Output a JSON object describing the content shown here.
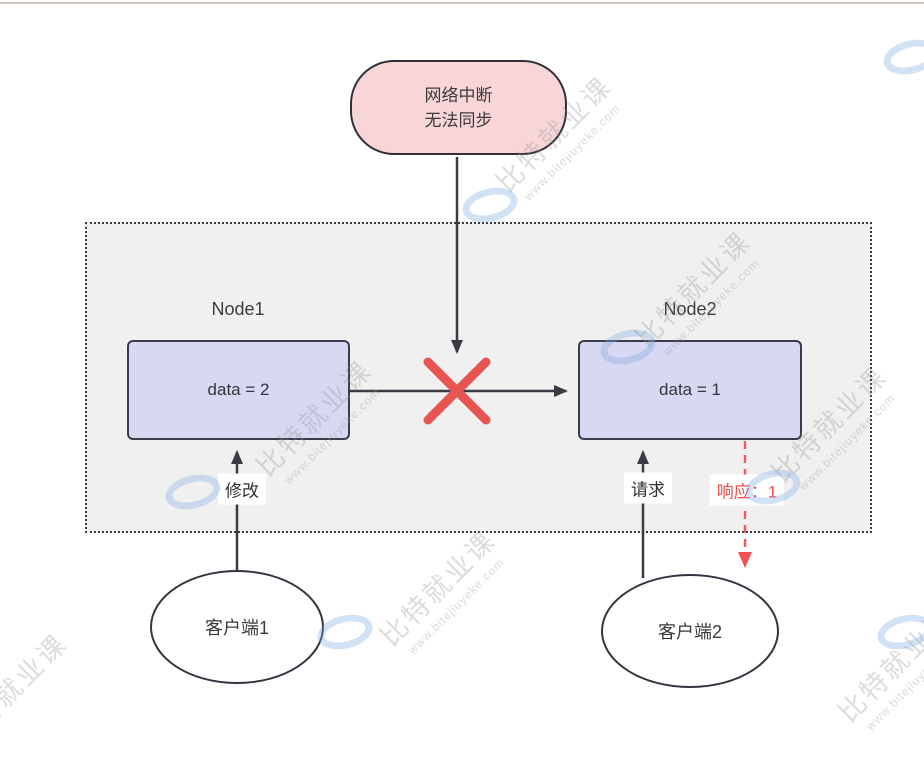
{
  "callout": {
    "line1": "网络中断",
    "line2": "无法同步"
  },
  "partition": {
    "node1": {
      "title": "Node1",
      "value": "data = 2"
    },
    "node2": {
      "title": "Node2",
      "value": "data = 1"
    }
  },
  "edges": {
    "modify_label": "修改",
    "request_label": "请求",
    "response_label": "响应：1"
  },
  "clients": {
    "client1": "客户端1",
    "client2": "客户端2"
  },
  "watermark": {
    "text": "比特就业课",
    "url": "www.bitejiuyeke.com"
  },
  "colors": {
    "callout_fill": "#f8d6d8",
    "node_fill": "#d8d8f3",
    "region_fill": "#f1f0f1",
    "shape_border": "#30303b",
    "arrow": "#3b3b43",
    "error_red": "#e8544f",
    "response_red": "#f04f4f",
    "watermark_gray": "#949494",
    "watermark_blue": "#7eade2"
  }
}
